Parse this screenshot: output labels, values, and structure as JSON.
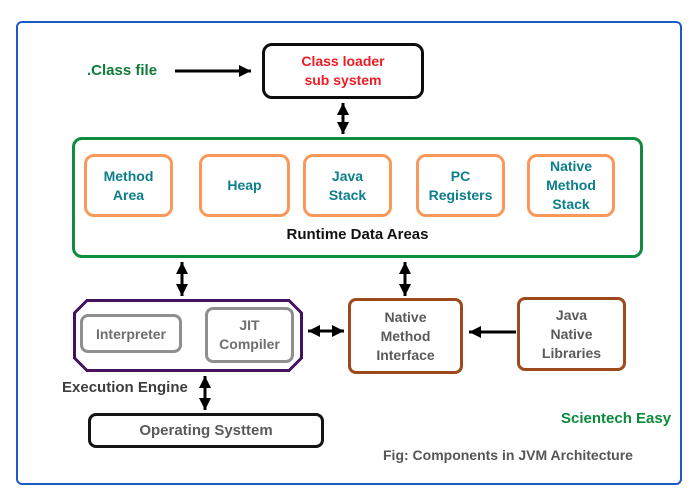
{
  "colors": {
    "frame_blue": "#1B5CC2",
    "runtime_green_border": "#0E8C3F",
    "area_orange_border": "#F9985A",
    "area_teal_text": "#0C7E8C",
    "classloader_red_text": "#EC1C24",
    "classfile_green_text": "#0E7C36",
    "execution_engine_purple_border": "#45125E",
    "native_brown_border": "#9C4A1B",
    "gray_text": "#5A5A5A",
    "arrow_black": "#000000"
  },
  "nodes": {
    "class_file": ".Class file",
    "class_loader": "Class loader\nsub system",
    "runtime": {
      "label": "Runtime Data Areas",
      "areas": [
        "Method\nArea",
        "Heap",
        "Java\nStack",
        "PC\nRegisters",
        "Native\nMethod\nStack"
      ]
    },
    "execution_engine": {
      "label": "Execution Engine",
      "interpreter": "Interpreter",
      "jit_compiler": "JIT\nCompiler"
    },
    "native_method_interface": "Native\nMethod\nInterface",
    "java_native_libraries": "Java\nNative\nLibraries",
    "operating_system": "Operating Systtem"
  },
  "footer": {
    "watermark": "Scientech Easy",
    "caption": "Fig: Components in JVM Architecture"
  }
}
